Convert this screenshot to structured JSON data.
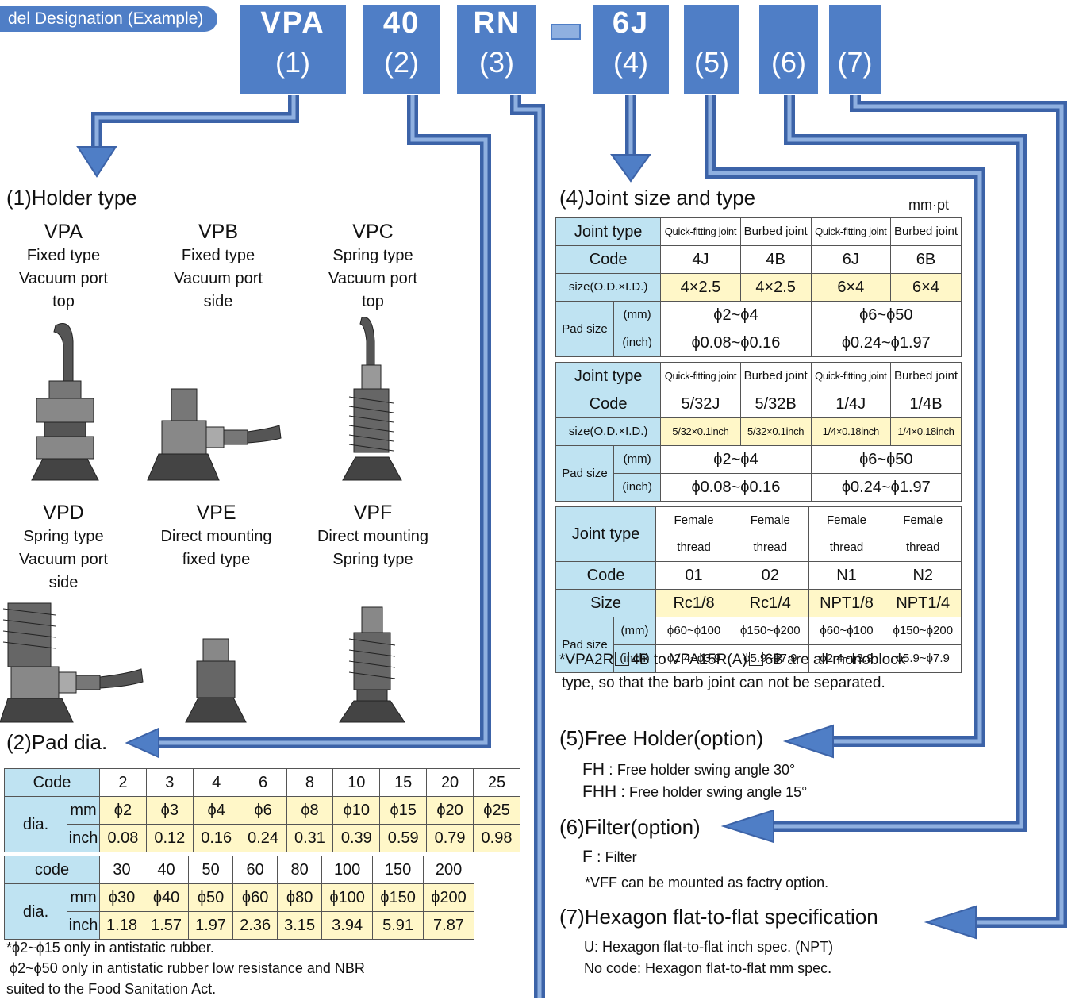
{
  "banner": "del Designation (Example)",
  "model": {
    "codes": [
      "VPA",
      "40",
      "RN",
      "6J",
      "",
      "",
      ""
    ],
    "nums": [
      "(1)",
      "(2)",
      "(3)",
      "(4)",
      "(5)",
      "(6)",
      "(7)"
    ]
  },
  "holder": {
    "title": "(1)Holder type",
    "types": [
      {
        "model": "VPA",
        "l1": "Fixed type",
        "l2": "Vacuum port",
        "l3": "top"
      },
      {
        "model": "VPB",
        "l1": "Fixed type",
        "l2": "Vacuum port",
        "l3": "side"
      },
      {
        "model": "VPC",
        "l1": "Spring type",
        "l2": "Vacuum port",
        "l3": "top"
      },
      {
        "model": "VPD",
        "l1": "Spring type",
        "l2": "Vacuum port",
        "l3": "side"
      },
      {
        "model": "VPE",
        "l1": "Direct mounting",
        "l2": "fixed type",
        "l3": ""
      },
      {
        "model": "VPF",
        "l1": "Direct mounting",
        "l2": "Spring type",
        "l3": ""
      }
    ]
  },
  "pad": {
    "title": "(2)Pad dia.",
    "t1": {
      "code_label": "Code",
      "dia_label": "dia.",
      "mm": "mm",
      "inch": "inch",
      "codes": [
        "2",
        "3",
        "4",
        "6",
        "8",
        "10",
        "15",
        "20",
        "25"
      ],
      "mm_vals": [
        "ϕ2",
        "ϕ3",
        "ϕ4",
        "ϕ6",
        "ϕ8",
        "ϕ10",
        "ϕ15",
        "ϕ20",
        "ϕ25"
      ],
      "inch_vals": [
        "0.08",
        "0.12",
        "0.16",
        "0.24",
        "0.31",
        "0.39",
        "0.59",
        "0.79",
        "0.98"
      ]
    },
    "t2": {
      "code_label": "code",
      "dia_label": "dia.",
      "mm": "mm",
      "inch": "inch",
      "codes": [
        "30",
        "40",
        "50",
        "60",
        "80",
        "100",
        "150",
        "200"
      ],
      "mm_vals": [
        "ϕ30",
        "ϕ40",
        "ϕ50",
        "ϕ60",
        "ϕ80",
        "ϕ100",
        "ϕ150",
        "ϕ200"
      ],
      "inch_vals": [
        "1.18",
        "1.57",
        "1.97",
        "2.36",
        "3.15",
        "3.94",
        "5.91",
        "7.87"
      ]
    },
    "notes": [
      "*ϕ2~ϕ15 only in antistatic rubber.",
      "ϕ2~ϕ50 only in antistatic rubber low resistance and NBR",
      "suited to the Food Sanitation Act."
    ]
  },
  "joint": {
    "title": "(4)Joint size and type",
    "unit": "mm·pt",
    "jt": "Joint type",
    "code": "Code",
    "size": "size(O.D.×I.D.)",
    "size3": "Size",
    "pad": "Pad size",
    "mm": "(mm)",
    "inch": "(inch)",
    "t1": {
      "types": [
        "Quick-fitting joint",
        "Burbed joint",
        "Quick-fitting joint",
        "Burbed joint"
      ],
      "codes": [
        "4J",
        "4B",
        "6J",
        "6B"
      ],
      "sizes": [
        "4×2.5",
        "4×2.5",
        "6×4",
        "6×4"
      ],
      "mm": [
        "ϕ2~ϕ4",
        "ϕ6~ϕ50"
      ],
      "inch": [
        "ϕ0.08~ϕ0.16",
        "ϕ0.24~ϕ1.97"
      ]
    },
    "t2": {
      "types": [
        "Quick-fitting joint",
        "Burbed joint",
        "Quick-fitting joint",
        "Burbed joint"
      ],
      "codes": [
        "5/32J",
        "5/32B",
        "1/4J",
        "1/4B"
      ],
      "sizes": [
        "5/32×0.1inch",
        "5/32×0.1inch",
        "1/4×0.18inch",
        "1/4×0.18inch"
      ],
      "mm": [
        "ϕ2~ϕ4",
        "ϕ6~ϕ50"
      ],
      "inch": [
        "ϕ0.08~ϕ0.16",
        "ϕ0.24~ϕ1.97"
      ]
    },
    "t3": {
      "types": [
        "Female thread",
        "Female thread",
        "Female thread",
        "Female thread"
      ],
      "codes": [
        "01",
        "02",
        "N1",
        "N2"
      ],
      "sizes": [
        "Rc1/8",
        "Rc1/4",
        "NPT1/8",
        "NPT1/4"
      ],
      "mm": [
        "ϕ60~ϕ100",
        "ϕ150~ϕ200",
        "ϕ60~ϕ100",
        "ϕ150~ϕ200"
      ],
      "inch": [
        "ϕ2.4~ϕ3.9",
        "ϕ5.9~ϕ7.9",
        "ϕ2.4~ϕ3.9",
        "ϕ5.9~ϕ7.9"
      ]
    },
    "note1a": "*VPA2R",
    "note1b": "4B to VPA15R(A)",
    "note1c": "6B are all monoblock",
    "note2": "type, so that the barb joint can not be separated."
  },
  "free": {
    "title": "(5)Free Holder(option)",
    "fh_code": "FH",
    "fh_desc": "Free holder swing angle 30°",
    "fhh_code": "FHH",
    "fhh_desc": "Free holder swing angle 15°"
  },
  "filter": {
    "title": "(6)Filter(option)",
    "f_code": "F",
    "f_desc": "Filter",
    "note": "*VFF can be mounted as factry option."
  },
  "hex": {
    "title": "(7)Hexagon flat-to-flat specification",
    "l1": "U: Hexagon flat-to-flat inch spec. (NPT)",
    "l2": "No code: Hexagon flat-to-flat mm spec."
  },
  "colors": {
    "arrow": "#4f7ec6",
    "header_cell": "#bfe3f2",
    "value_cell": "#fff7c8"
  }
}
